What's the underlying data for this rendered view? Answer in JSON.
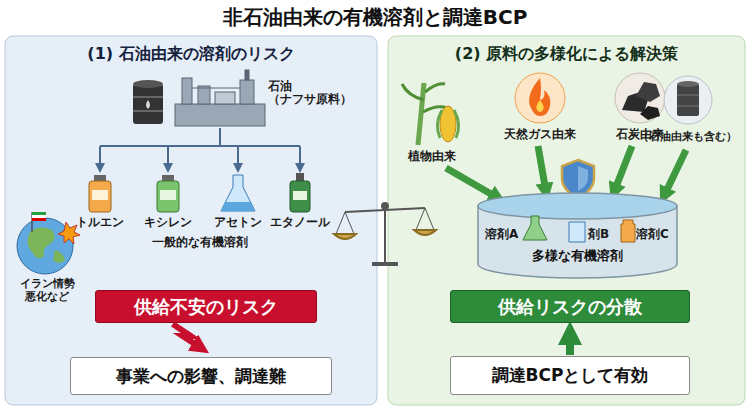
{
  "diagram": {
    "title": "非石油由来の有機溶剤と調達BCP",
    "nodes": [
      {
        "text": [
          "(1) 石油由来の溶剤のリスク"
        ]
      },
      {
        "text": [
          "(2) 原料の多様化による解決策"
        ]
      },
      {
        "text": [
          "供給不安のリスク"
        ],
        "in": 0
      },
      {
        "text": [
          "事業への影響、調達難"
        ],
        "in": 0
      },
      {
        "text": [
          "多様な有機溶剤"
        ],
        "in": 1
      },
      {
        "text": [
          "供給リスクの分散"
        ],
        "in": 1
      },
      {
        "text": [
          "調達BCPとして有効"
        ],
        "in": 1
      }
    ],
    "edges": [
      {
        "from": 2,
        "to": 3,
        "arrow": "to"
      },
      {
        "from": 6,
        "to": 5,
        "arrow": "to"
      }
    ],
    "labels": [
      "石油 （ナフサ原料）",
      "トルエン",
      "キシレン",
      "アセトン",
      "エタノール",
      "一般的な有機溶剤",
      "イラン情勢 悪化など",
      "植物由来",
      "天然ガス由来",
      "石炭由来",
      "（石油由来も含む）",
      "溶剤A",
      "剤B",
      "溶剤C"
    ]
  }
}
